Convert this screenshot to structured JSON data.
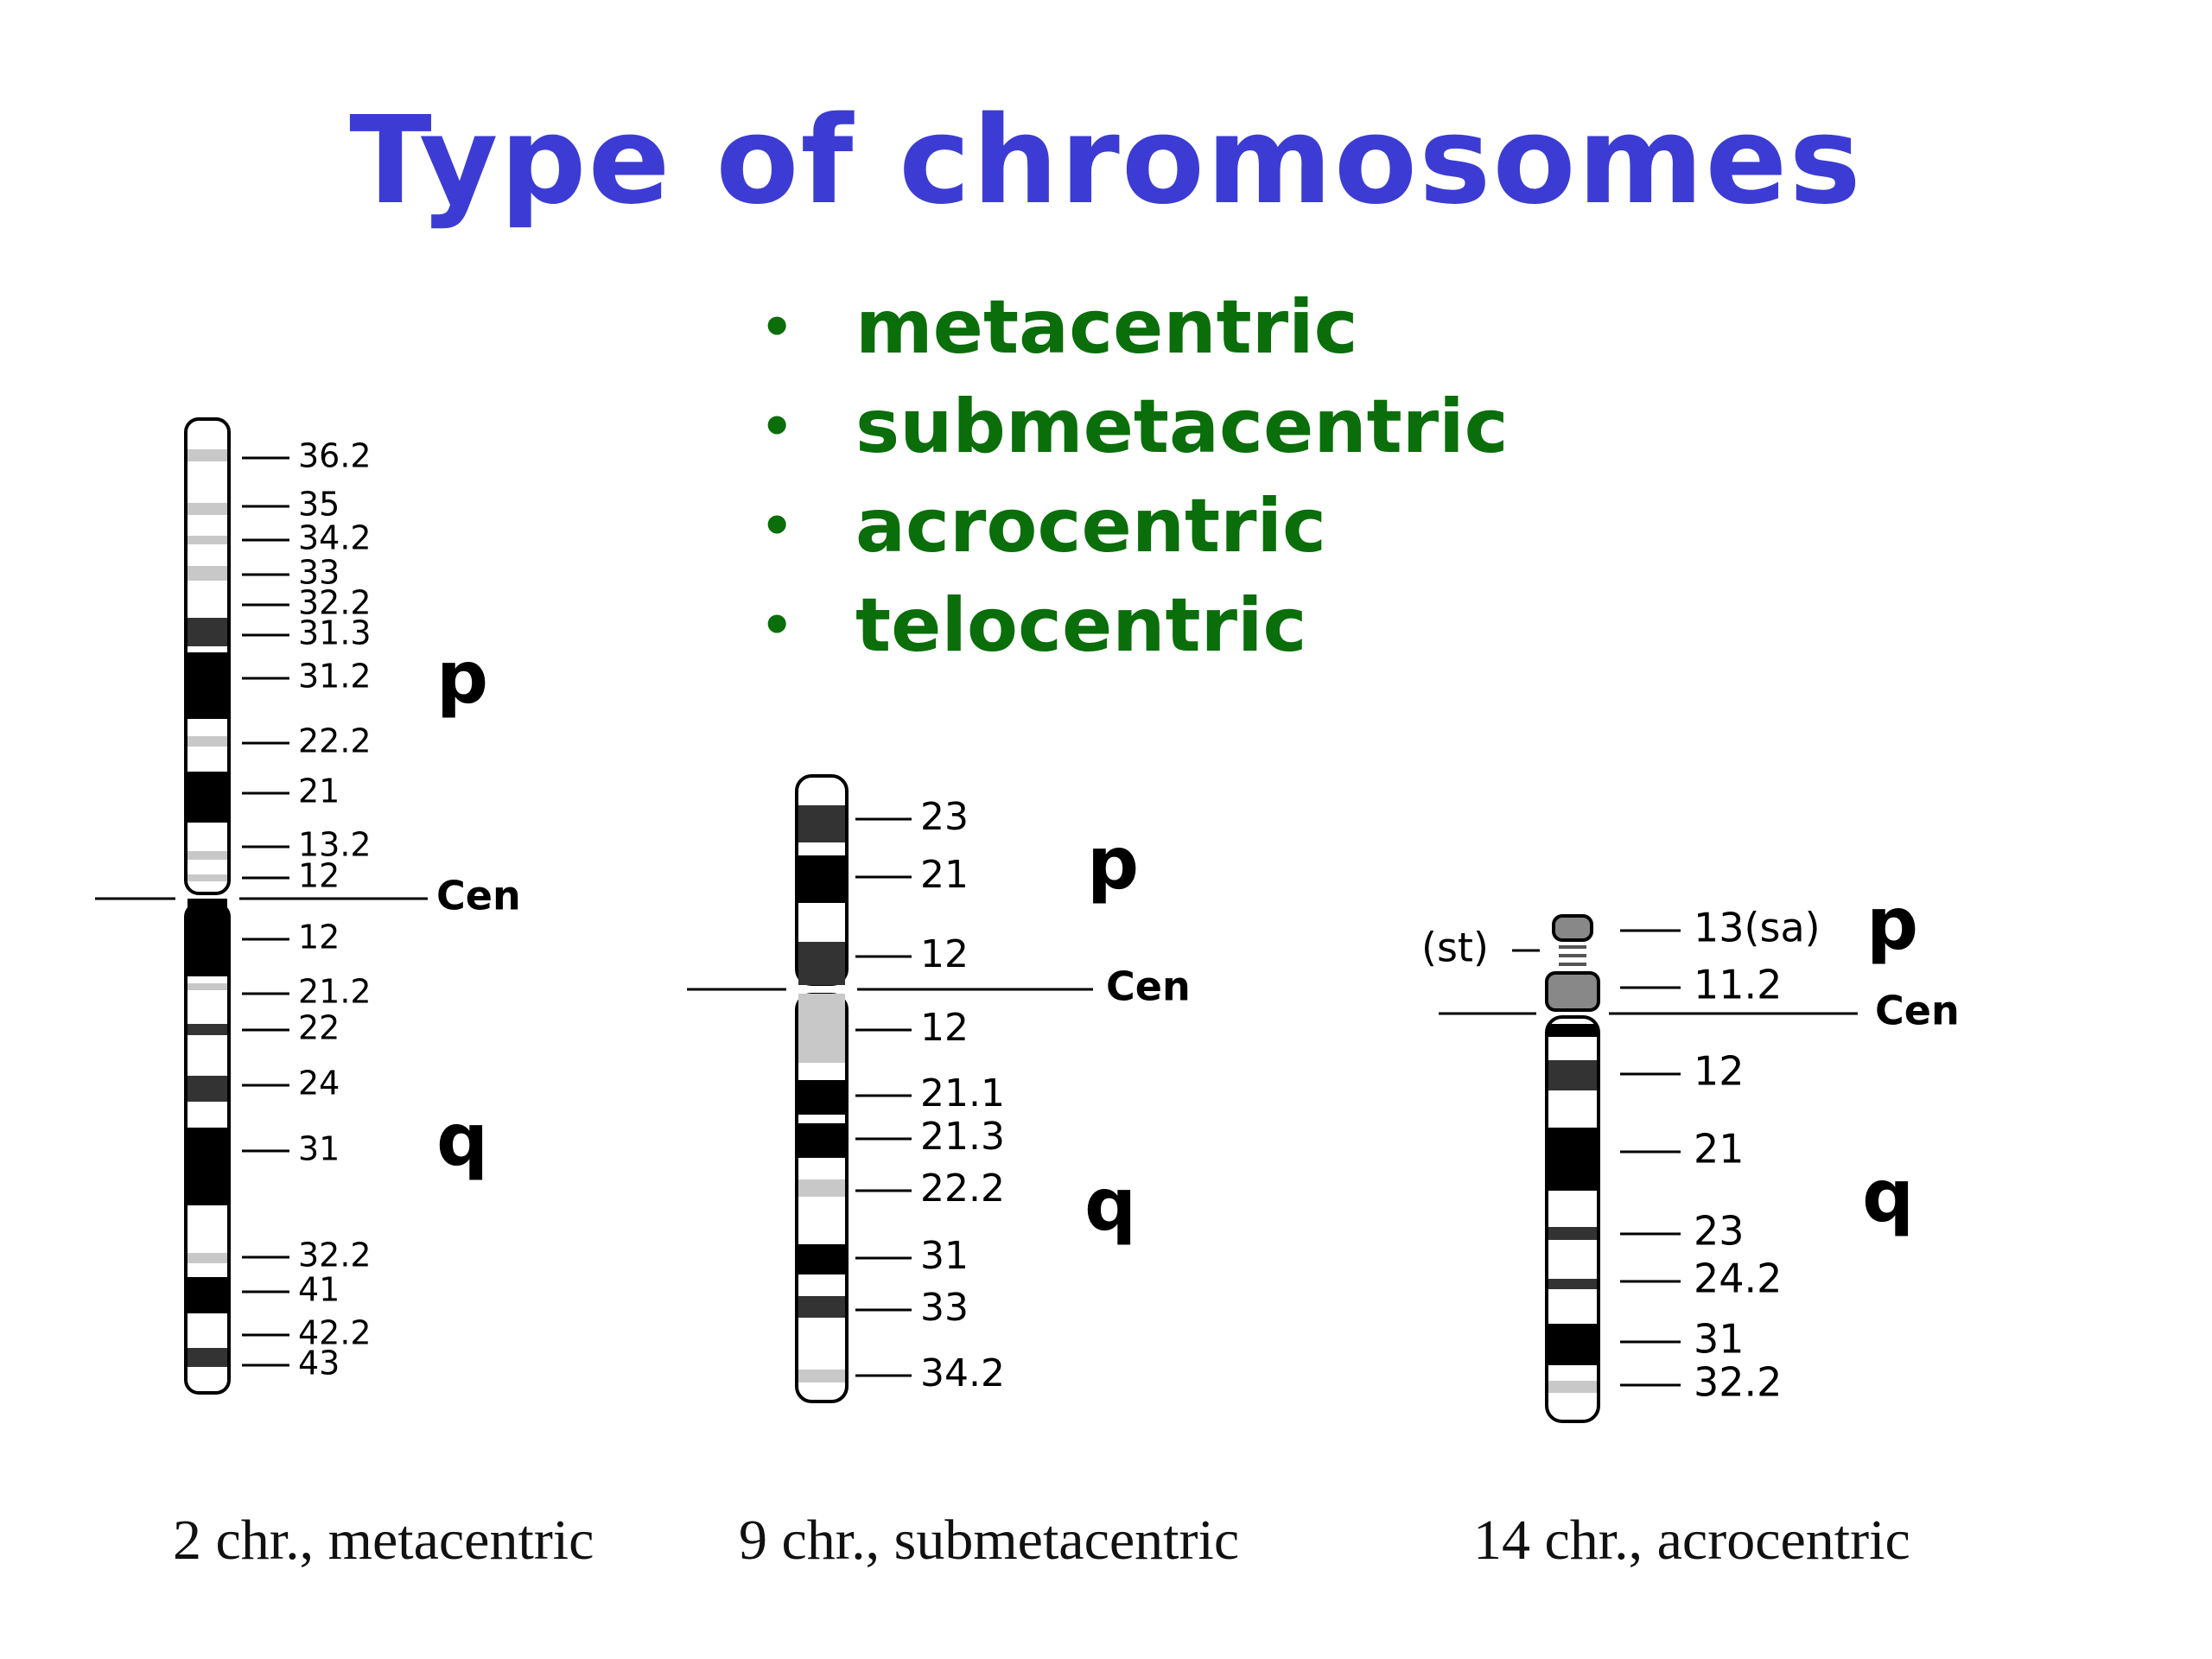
{
  "title": "Type of chromosomes",
  "bullets": [
    "metacentric",
    "submetacentric",
    "acrocentric",
    "telocentric"
  ],
  "colors": {
    "title": "#3c3cd4",
    "bullets": "#0a6e0a",
    "band_black": "#000000",
    "band_dark": "#333333",
    "band_gray": "#888888",
    "band_light": "#c8c8c8"
  },
  "chromosomes": [
    {
      "name": "2 chr., metacentric",
      "arm_p": "p",
      "arm_q": "q",
      "centromere_label": "Cen",
      "band_labels": [
        "36.2",
        "35",
        "34.2",
        "33",
        "32.2",
        "31.3",
        "31.2",
        "22.2",
        "21",
        "13.2",
        "12",
        "12",
        "21.2",
        "22",
        "24",
        "31",
        "32.2",
        "41",
        "42.2",
        "43"
      ]
    },
    {
      "name": "9 chr., submetacentric",
      "arm_p": "p",
      "arm_q": "q",
      "centromere_label": "Cen",
      "band_labels": [
        "23",
        "21",
        "12",
        "12",
        "21.1",
        "21.3",
        "22.2",
        "31",
        "33",
        "34.2"
      ]
    },
    {
      "name": "14 chr., acrocentric",
      "arm_p": "p",
      "arm_q": "q",
      "centromere_label": "Cen",
      "satellite_label": "(st)",
      "band_labels": [
        "13(sa)",
        "11.2",
        "12",
        "21",
        "23",
        "24.2",
        "31",
        "32.2"
      ]
    }
  ]
}
